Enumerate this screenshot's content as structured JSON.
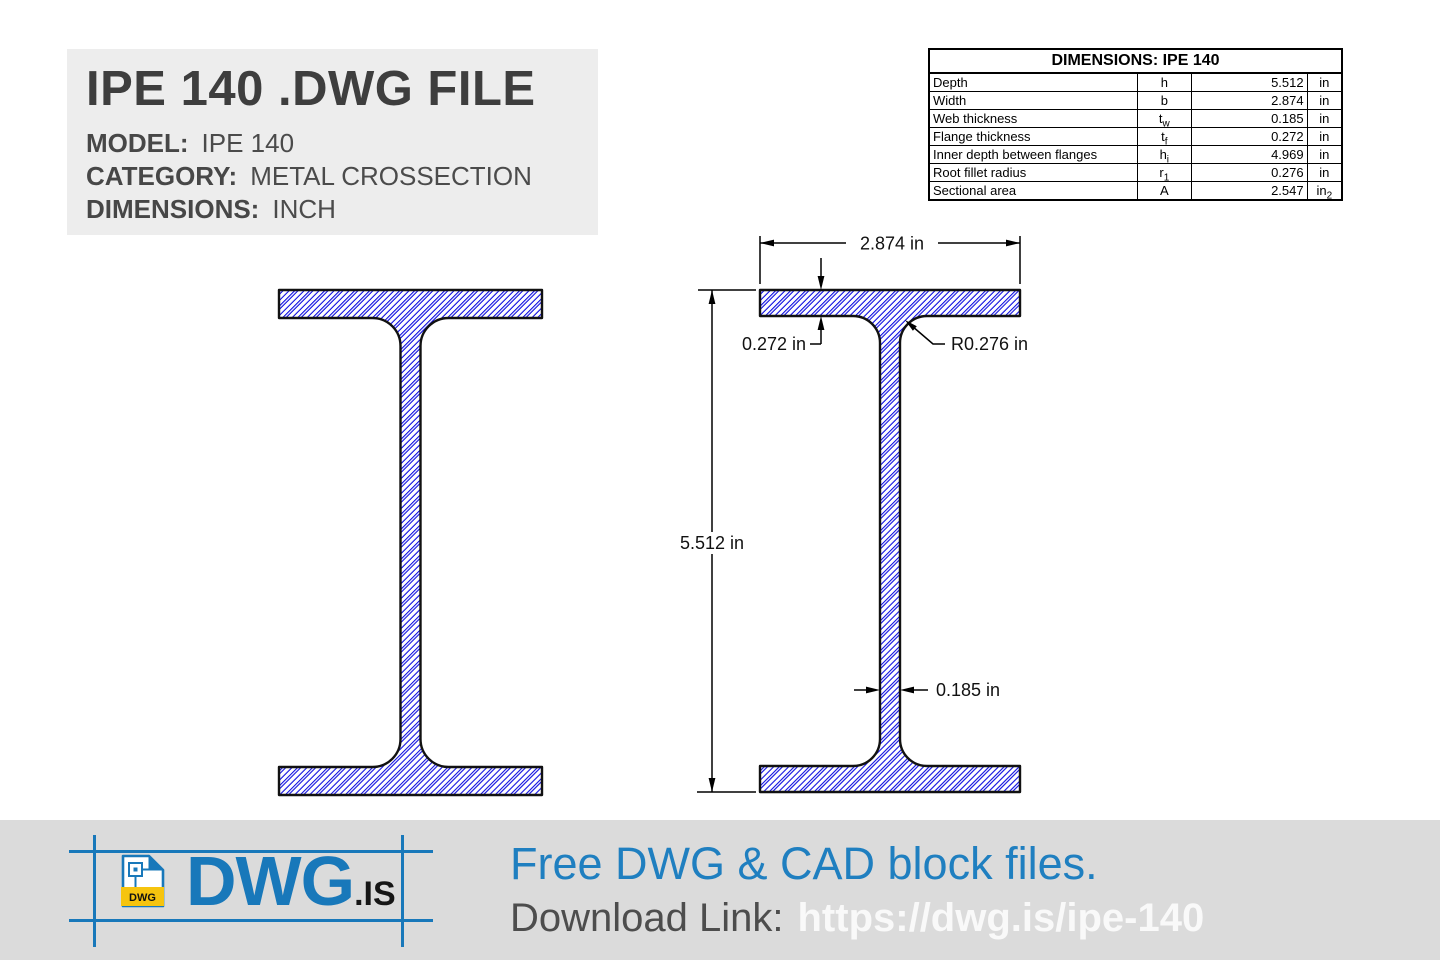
{
  "title_block": {
    "title": "IPE 140 .DWG FILE",
    "fields": [
      {
        "label": "MODEL:",
        "value": "IPE 140"
      },
      {
        "label": "CATEGORY:",
        "value": "METAL CROSSECTION"
      },
      {
        "label": "DIMENSIONS:",
        "value": "INCH"
      }
    ]
  },
  "dimensions_table": {
    "title": "DIMENSIONS: IPE 140",
    "rows": [
      {
        "property": "Depth",
        "symbol": "h",
        "sub": "",
        "value": "5.512",
        "unit": "in",
        "unit_sub": ""
      },
      {
        "property": "Width",
        "symbol": "b",
        "sub": "",
        "value": "2.874",
        "unit": "in",
        "unit_sub": ""
      },
      {
        "property": "Web thickness",
        "symbol": "t",
        "sub": "w",
        "value": "0.185",
        "unit": "in",
        "unit_sub": ""
      },
      {
        "property": "Flange thickness",
        "symbol": "t",
        "sub": "f",
        "value": "0.272",
        "unit": "in",
        "unit_sub": ""
      },
      {
        "property": "Inner depth between flanges",
        "symbol": "h",
        "sub": "i",
        "value": "4.969",
        "unit": "in",
        "unit_sub": ""
      },
      {
        "property": "Root fillet radius",
        "symbol": "r",
        "sub": "1",
        "value": "0.276",
        "unit": "in",
        "unit_sub": ""
      },
      {
        "property": "Sectional area",
        "symbol": "A",
        "sub": "",
        "value": "2.547",
        "unit": "in",
        "unit_sub": "2"
      }
    ]
  },
  "drawing": {
    "width_dim": "2.874 in",
    "flange_thickness_dim": "0.272 in",
    "root_radius_dim": "R0.276 in",
    "depth_dim": "5.512 in",
    "web_thickness_dim": "0.185 in"
  },
  "footer": {
    "brand": {
      "file_badge": "DWG",
      "name": "DWG",
      "tld": ".IS"
    },
    "headline": "Free DWG & CAD block files.",
    "download_label": "Download Link:",
    "download_url": "https://dwg.is/ipe-140"
  },
  "colors": {
    "brand_blue": "#1878ba",
    "headline_blue": "#1f7fc0",
    "hatch_blue": "#0a0ae0",
    "badge_yellow": "#f6c40e",
    "footer_bg": "#dbdbdb",
    "panel_bg": "#ededed"
  }
}
